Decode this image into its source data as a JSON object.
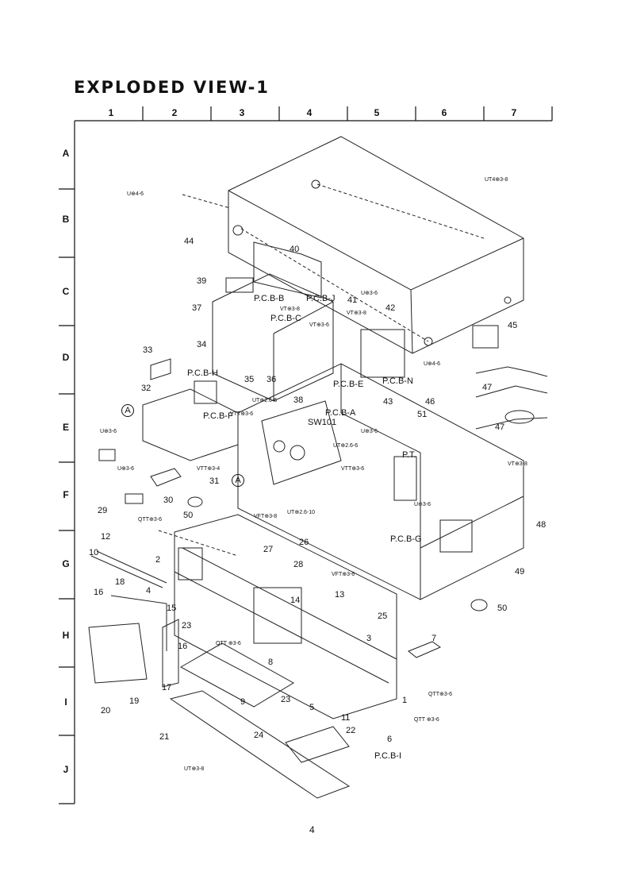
{
  "title": "EXPLODED VIEW-1",
  "columns": [
    "1",
    "2",
    "3",
    "4",
    "5",
    "6",
    "7"
  ],
  "rows": [
    "A",
    "B",
    "C",
    "D",
    "E",
    "F",
    "G",
    "H",
    "I",
    "J"
  ],
  "page_number": "4",
  "labels": {
    "l44": "44",
    "l40": "40",
    "l39": "39",
    "l37": "37",
    "l34": "34",
    "l35": "35",
    "l36": "36",
    "l38": "38",
    "l33": "33",
    "l32": "32",
    "l41": "41",
    "l42": "42",
    "l45": "45",
    "l43": "43",
    "l46": "46",
    "l47a": "47",
    "l47b": "47",
    "l51": "51",
    "l48": "48",
    "l49": "49",
    "l50a": "50",
    "l50b": "50",
    "l26": "26",
    "l27": "27",
    "l28": "28",
    "l31": "31",
    "l30": "30",
    "l29": "29",
    "l12": "12",
    "l10": "10",
    "l2": "2",
    "l4": "4",
    "l15": "15",
    "l16a": "16",
    "l18": "18",
    "l16b": "16",
    "l23a": "23",
    "l14": "14",
    "l13": "13",
    "l25": "25",
    "l3": "3",
    "l7": "7",
    "l8": "8",
    "l9": "9",
    "l17": "17",
    "l19": "19",
    "l20": "20",
    "l1": "1",
    "l5": "5",
    "l11": "11",
    "l23b": "23",
    "l22": "22",
    "l6": "6",
    "l21": "21",
    "l24": "24",
    "pcb_b": "P.C.B-B",
    "pcb_c": "P.C.B-C",
    "pcb_j": "P.C.B-J",
    "pcb_h": "P.C.B-H",
    "pcb_f": "P.C.B-F",
    "pcb_e": "P.C.B-E",
    "pcb_n": "P.C.B-N",
    "pcb_a": "P.C.B-A",
    "pcb_g": "P.C.B-G",
    "pcb_i": "P.C.B-I",
    "pt": "P.T.",
    "sw101": "SW101",
    "circle_a1": "A",
    "circle_a2": "A",
    "s_ut4_3_8": "UT4⊕3-8",
    "s_u4_6a": "U⊕4-6",
    "s_u3_6a": "U⊕3-6",
    "s_vt3_8a": "VT⊕3-8",
    "s_vt3_6a": "VT⊕3-6",
    "s_vt3_8b": "VT⊕3-8",
    "s_u4_6b": "U⊕4-6",
    "s_ut2_6_6a": "UT⊕2.6-6",
    "s_vtt3_6a": "VTT⊕3-6",
    "s_u3_6b": "U⊕3-6",
    "s_ut2_6_6b": "UT⊕2.6-6",
    "s_u3_6c": "U⊕3-6",
    "s_u3_6d": "U⊕3-6",
    "s_vtt3_4": "VTT⊕3-4",
    "s_vtt3_6b": "VTT⊕3-6",
    "s_u3_6e": "U⊕3-6",
    "s_vt3_8c": "VT⊕3-8",
    "s_qtt3_6a": "QTT⊕3-6",
    "s_vft3_8": "VFT⊕3-8",
    "s_ut2_6_10": "UT⊕2.6-10",
    "s_vft3_6": "VFT⊕3-6",
    "s_qtt3_6b": "QTT ⊕3-6",
    "s_qtt3_6c": "QTT⊕3-6",
    "s_qtt3_6d": "QTT ⊕3-6",
    "s_ut3_8": "UT⊕3-8"
  }
}
